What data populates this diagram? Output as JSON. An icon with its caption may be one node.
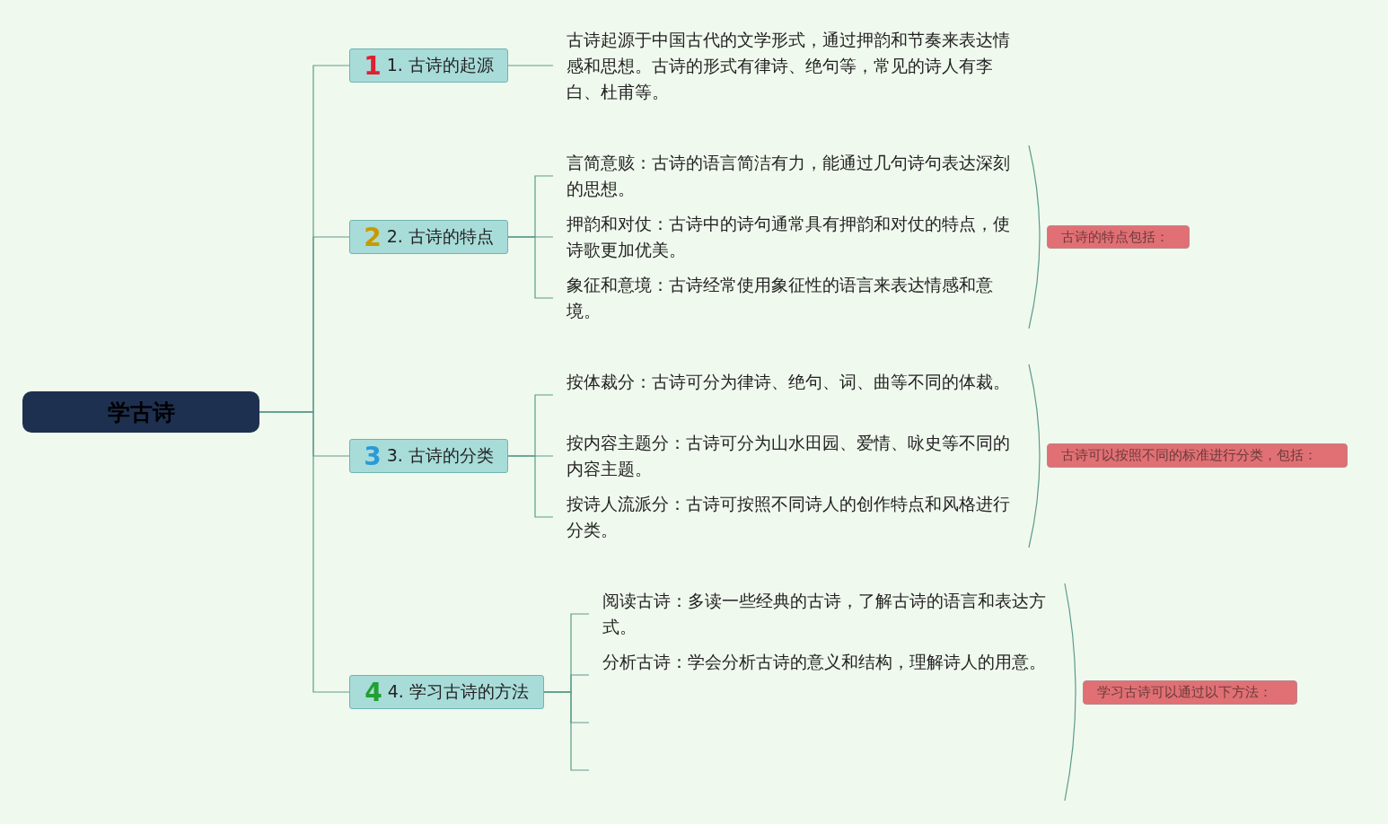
{
  "diagram": {
    "nodes": [
      {
        "text": [
          "学古诗"
        ]
      },
      {
        "text": [
          "1",
          "1. 古诗的起源"
        ]
      },
      {
        "text": [
          "古诗起源于中国古代的文学形式，通过押韵和节奏来表达情感和思想。古诗的形式有律诗、绝句等，常见的诗人有李白、杜甫等。"
        ]
      },
      {
        "text": [
          "2",
          "2. 古诗的特点"
        ]
      },
      {
        "text": [
          "言简意赅：古诗的语言简洁有力，能通过几句诗句表达深刻的思想。"
        ]
      },
      {
        "text": [
          "押韵和对仗：古诗中的诗句通常具有押韵和对仗的特点，使诗歌更加优美。"
        ]
      },
      {
        "text": [
          "象征和意境：古诗经常使用象征性的语言来表达情感和意境。"
        ]
      },
      {
        "text": [
          "3",
          "3. 古诗的分类"
        ]
      },
      {
        "text": [
          "按体裁分：古诗可分为律诗、绝句、词、曲等不同的体裁。"
        ]
      },
      {
        "text": [
          "按内容主题分：古诗可分为山水田园、爱情、咏史等不同的内容主题。"
        ]
      },
      {
        "text": [
          "按诗人流派分：古诗可按照不同诗人的创作特点和风格进行分类。"
        ]
      },
      {
        "text": [
          "4",
          "4. 学习古诗的方法"
        ]
      },
      {
        "text": [
          "阅读古诗：多读一些经典的古诗，了解古诗的语言和表达方式。"
        ]
      },
      {
        "text": [
          "分析古诗：学会分析古诗的意义和结构，理解诗人的用意。"
        ]
      },
      {
        "text": [
          "古诗的特点包括："
        ]
      },
      {
        "text": [
          "古诗可以按照不同的标准进行分类，包括："
        ]
      },
      {
        "text": [
          "学习古诗可以通过以下方法："
        ]
      }
    ],
    "edges": [
      {
        "from": 0,
        "to": 1,
        "arrow": "none"
      },
      {
        "from": 0,
        "to": 3,
        "arrow": "none"
      },
      {
        "from": 0,
        "to": 7,
        "arrow": "none"
      },
      {
        "from": 0,
        "to": 11,
        "arrow": "none"
      },
      {
        "from": 1,
        "to": 2,
        "arrow": "none"
      },
      {
        "from": 3,
        "to": 4,
        "arrow": "none"
      },
      {
        "from": 3,
        "to": 5,
        "arrow": "none"
      },
      {
        "from": 3,
        "to": 6,
        "arrow": "none"
      },
      {
        "from": 7,
        "to": 8,
        "arrow": "none"
      },
      {
        "from": 7,
        "to": 9,
        "arrow": "none"
      },
      {
        "from": 7,
        "to": 10,
        "arrow": "none"
      },
      {
        "from": 11,
        "to": 12,
        "arrow": "none"
      },
      {
        "from": 11,
        "to": 13,
        "arrow": "none"
      },
      {
        "from": 11,
        "to": null,
        "arrow": "none"
      },
      {
        "from": 11,
        "to": null,
        "arrow": "none"
      }
    ]
  }
}
